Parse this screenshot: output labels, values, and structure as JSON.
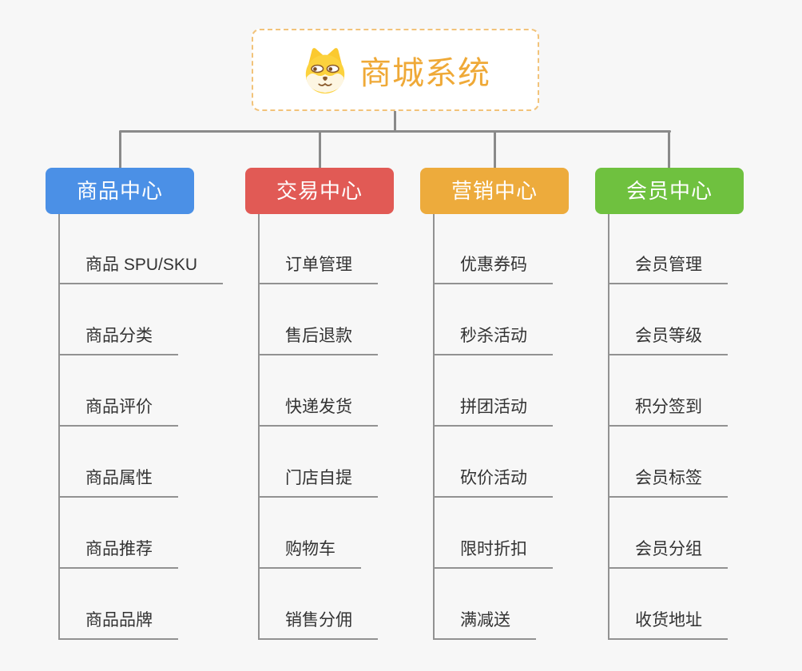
{
  "root": {
    "label": "商城系统",
    "icon": "shiba-dog-icon",
    "text_color": "#efa937",
    "border_color": "#f2c37a"
  },
  "connector_color": "#8a8a8a",
  "branches": [
    {
      "label": "商品中心",
      "color": "#4b90e6",
      "items": [
        "商品 SPU/SKU",
        "商品分类",
        "商品评价",
        "商品属性",
        "商品推荐",
        "商品品牌"
      ]
    },
    {
      "label": "交易中心",
      "color": "#e15a55",
      "items": [
        "订单管理",
        "售后退款",
        "快递发货",
        "门店自提",
        "购物车",
        "销售分佣"
      ]
    },
    {
      "label": "营销中心",
      "color": "#edab3c",
      "items": [
        "优惠券码",
        "秒杀活动",
        "拼团活动",
        "砍价活动",
        "限时折扣",
        "满减送"
      ]
    },
    {
      "label": "会员中心",
      "color": "#6fc13f",
      "items": [
        "会员管理",
        "会员等级",
        "积分签到",
        "会员标签",
        "会员分组",
        "收货地址"
      ]
    }
  ]
}
